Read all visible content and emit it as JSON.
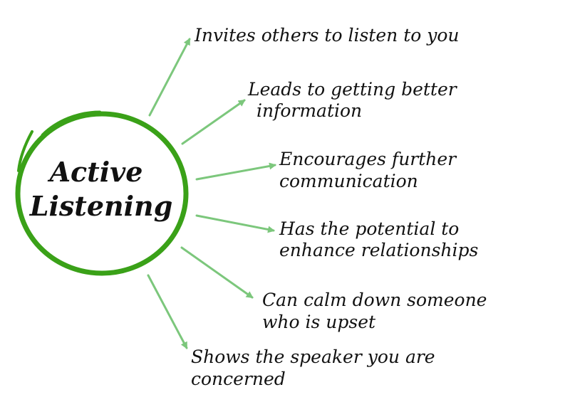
{
  "diagram": {
    "center": {
      "line1": "Active",
      "line2": "Listening"
    },
    "items": [
      {
        "line1": "Invites others to listen to you",
        "line2": ""
      },
      {
        "line1": "Leads to getting better",
        "line2": "information"
      },
      {
        "line1": "Encourages further",
        "line2": "communication"
      },
      {
        "line1": "Has the potential to",
        "line2": "enhance relationships"
      },
      {
        "line1": "Can calm down someone",
        "line2": "who is upset"
      },
      {
        "line1": "Shows the speaker you are",
        "line2": "concerned"
      }
    ]
  },
  "colors": {
    "circle": "#3aa118",
    "arrow": "#7cc77c",
    "text": "#111111"
  }
}
